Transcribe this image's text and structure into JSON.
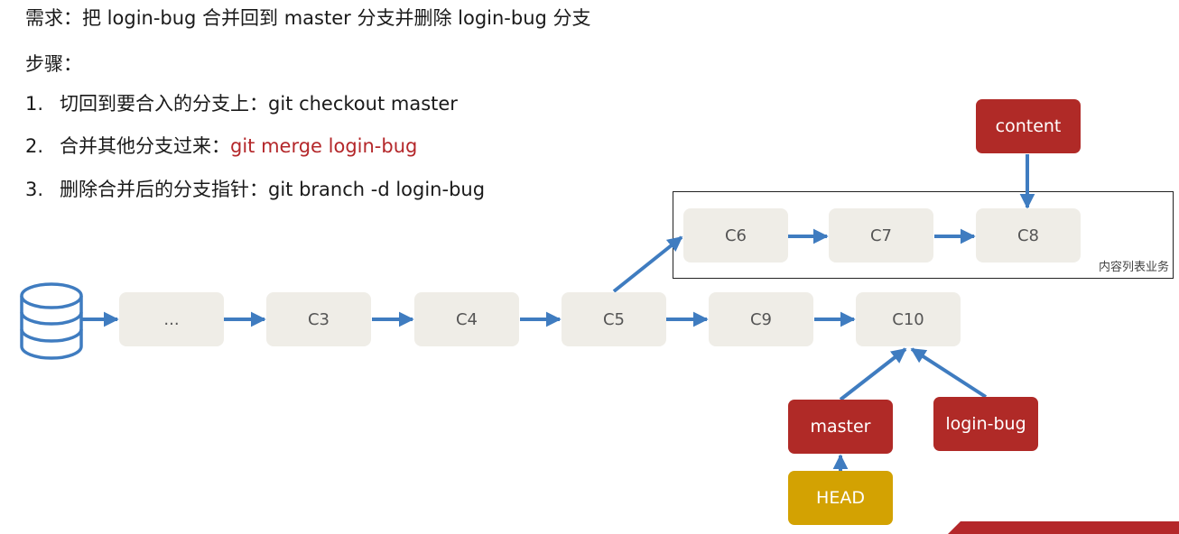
{
  "header": {
    "requirement": "需求：把 login-bug 合并回到 master 分支并删除 login-bug 分支",
    "steps_title": "步骤："
  },
  "steps": [
    {
      "num": "1.",
      "text": "切回到要合入的分支上：",
      "cmd": "git checkout master",
      "highlight": false
    },
    {
      "num": "2.",
      "text": "合并其他分支过来：",
      "cmd": "git merge login-bug",
      "highlight": true
    },
    {
      "num": "3.",
      "text": "删除合并后的分支指针：",
      "cmd": "git branch -d login-bug",
      "highlight": false
    }
  ],
  "commits": {
    "dots": "...",
    "c3": "C3",
    "c4": "C4",
    "c5": "C5",
    "c6": "C6",
    "c7": "C7",
    "c8": "C8",
    "c9": "C9",
    "c10": "C10"
  },
  "pointers": {
    "content": "content",
    "master": "master",
    "login_bug": "login-bug",
    "head": "HEAD"
  },
  "frame_label": "内容列表业务",
  "colors": {
    "arrow": "#3f7cc0",
    "node": "#efede7",
    "pointer_red": "#b02a27",
    "head_gold": "#d3a202",
    "highlight": "#b4272a"
  },
  "icons": {
    "repository": "database-icon"
  }
}
